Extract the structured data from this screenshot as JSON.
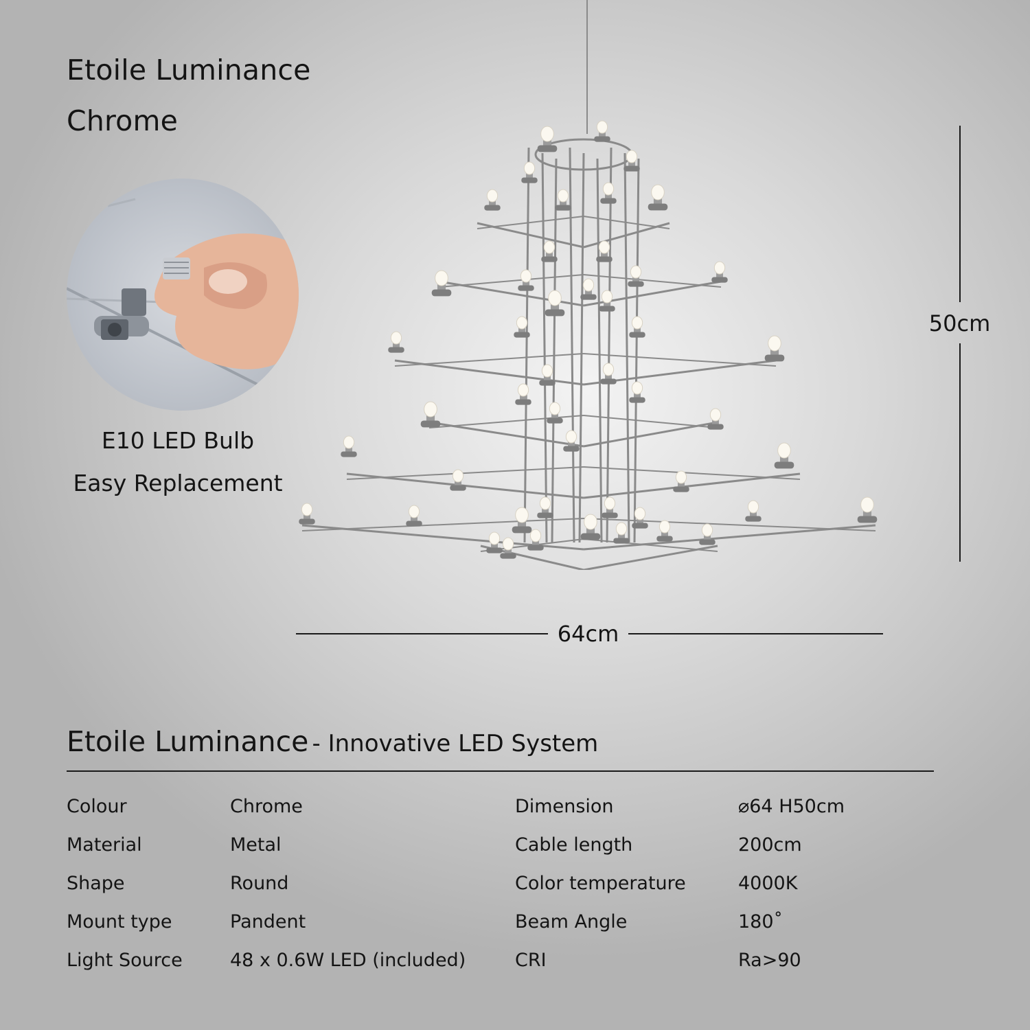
{
  "product": {
    "name": "Etoile Luminance",
    "finish": "Chrome"
  },
  "detail": {
    "caption_line1": "E10 LED Bulb",
    "caption_line2": "Easy Replacement"
  },
  "dimensions": {
    "height_label": "50cm",
    "width_label": "64cm"
  },
  "specs": {
    "heading_main": "Etoile Luminance",
    "heading_sub": "- Innovative LED System",
    "rows": [
      {
        "label": "Colour",
        "value": "Chrome",
        "label2": "Dimension",
        "value2": "⌀64 H50cm"
      },
      {
        "label": "Material",
        "value": "Metal",
        "label2": "Cable length",
        "value2": "200cm"
      },
      {
        "label": "Shape",
        "value": "Round",
        "label2": "Color temperature",
        "value2": "4000K"
      },
      {
        "label": "Mount type",
        "value": "Pandent",
        "label2": "Beam Angle",
        "value2": "180˚"
      },
      {
        "label": "Light Source",
        "value": "48 x 0.6W LED (included)",
        "label2": "CRI",
        "value2": "Ra>90"
      }
    ]
  },
  "colors": {
    "text": "#141414",
    "chrome": "#8a8a8a",
    "bulb": "#fbf8f0"
  }
}
